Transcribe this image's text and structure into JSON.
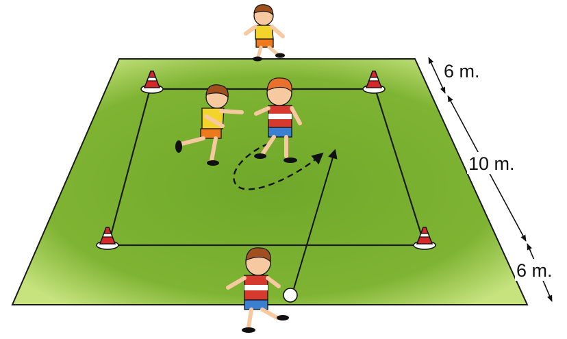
{
  "diagram": {
    "dimensions": [
      {
        "label": "6 m."
      },
      {
        "label": "10 m."
      },
      {
        "label": "6 m."
      }
    ],
    "colors": {
      "field": "#6fa82a",
      "field_glow": "#c6e37e",
      "lines": "#1a1a1a",
      "cone_red": "#d4282a",
      "shirt_yellow": "#f3d42a",
      "shorts_orange": "#ec7a1c",
      "shirt_red": "#d63a2e",
      "shorts_blue": "#3a7fd0",
      "skin": "#f6c9a0",
      "hair": "#a0501e"
    },
    "icons": [
      "cone-icon",
      "ball-icon",
      "child-player-icon"
    ]
  }
}
